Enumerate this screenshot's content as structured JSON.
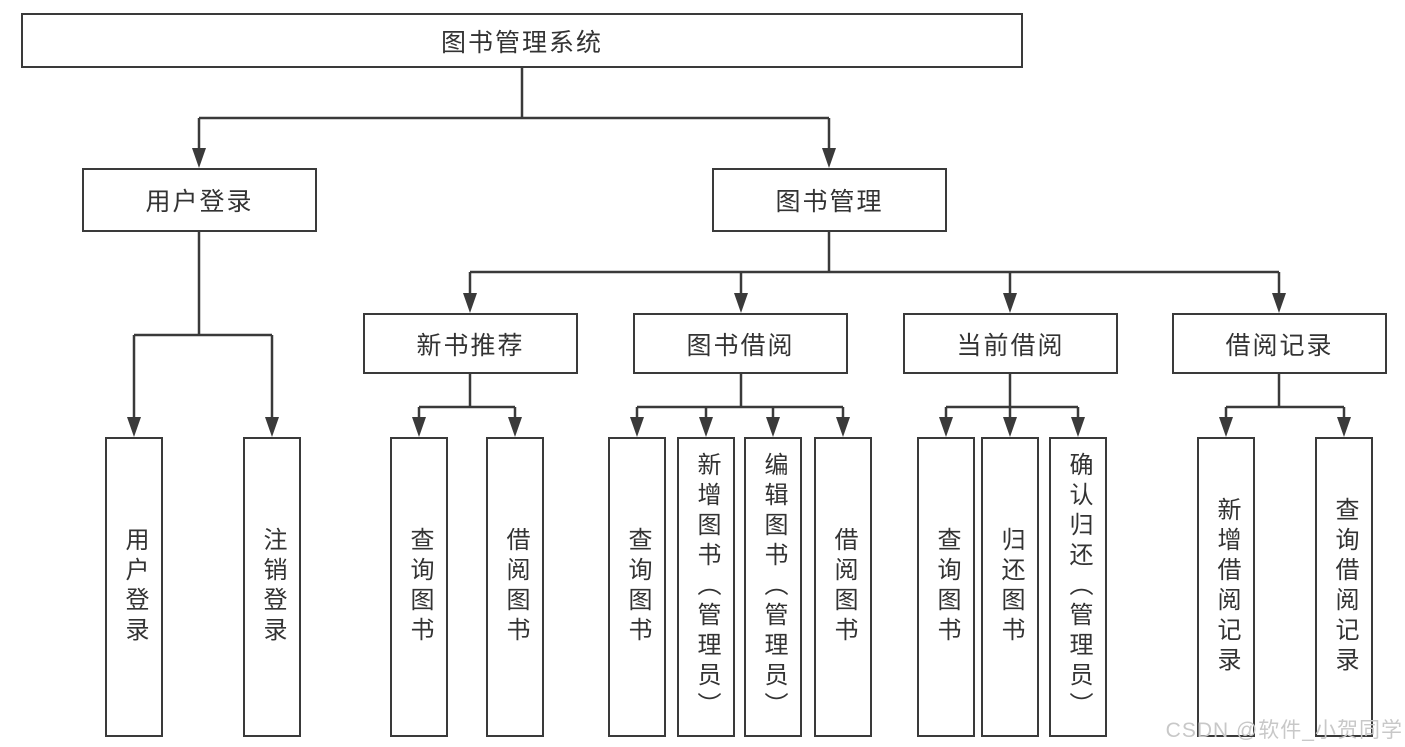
{
  "diagram": {
    "title_node": {
      "label": "图书管理系统"
    },
    "level2": [
      {
        "label": "用户登录"
      },
      {
        "label": "图书管理"
      }
    ],
    "level3": [
      {
        "label": "新书推荐"
      },
      {
        "label": "图书借阅"
      },
      {
        "label": "当前借阅"
      },
      {
        "label": "借阅记录"
      }
    ],
    "groups": [
      {
        "parent": "用户登录",
        "items": [
          "用户登录",
          "注销登录"
        ]
      },
      {
        "parent": "新书推荐",
        "items": [
          "查询图书",
          "借阅图书"
        ]
      },
      {
        "parent": "图书借阅",
        "items": [
          "查询图书",
          "新增图书（管理员）",
          "编辑图书（管理员）",
          "借阅图书"
        ]
      },
      {
        "parent": "当前借阅",
        "items": [
          "查询图书",
          "归还图书",
          "确认归还（管理员）"
        ]
      },
      {
        "parent": "借阅记录",
        "items": [
          "新增借阅记录",
          "查询借阅记录"
        ]
      }
    ]
  },
  "watermark": {
    "text": "CSDN @软件_小贺同学"
  },
  "colors": {
    "line": "#3a3a3a",
    "text": "#333333",
    "watermark": "#c8c8c8",
    "background": "#ffffff"
  }
}
